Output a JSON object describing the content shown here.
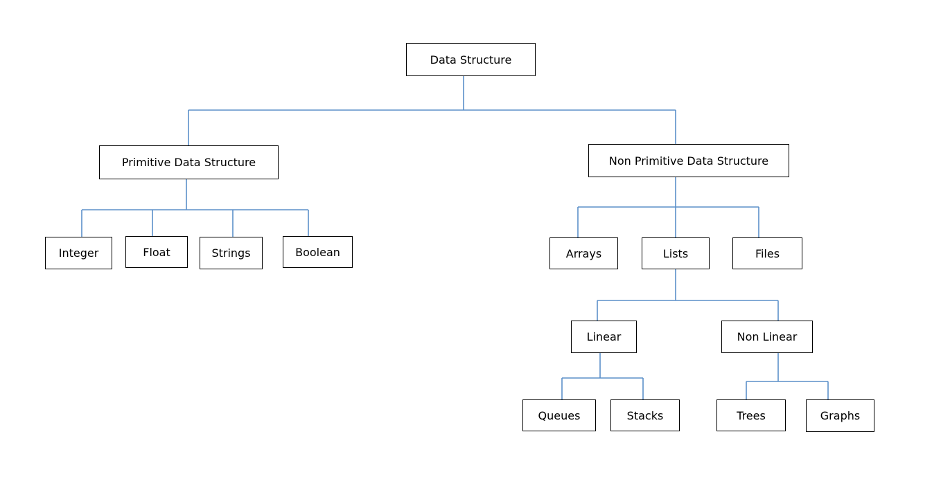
{
  "diagram": {
    "line_color": "#5b8fc9",
    "root": {
      "label": "Data Structure"
    },
    "primitive": {
      "label": "Primitive Data Structure",
      "children": [
        "Integer",
        "Float",
        "Strings",
        "Boolean"
      ]
    },
    "non_primitive": {
      "label": "Non Primitive Data Structure",
      "children": {
        "arrays": "Arrays",
        "lists": "Lists",
        "files": "Files"
      }
    },
    "linear": {
      "label": "Linear",
      "children": [
        "Queues",
        "Stacks"
      ]
    },
    "non_linear": {
      "label": "Non Linear",
      "children": [
        "Trees",
        "Graphs"
      ]
    }
  }
}
